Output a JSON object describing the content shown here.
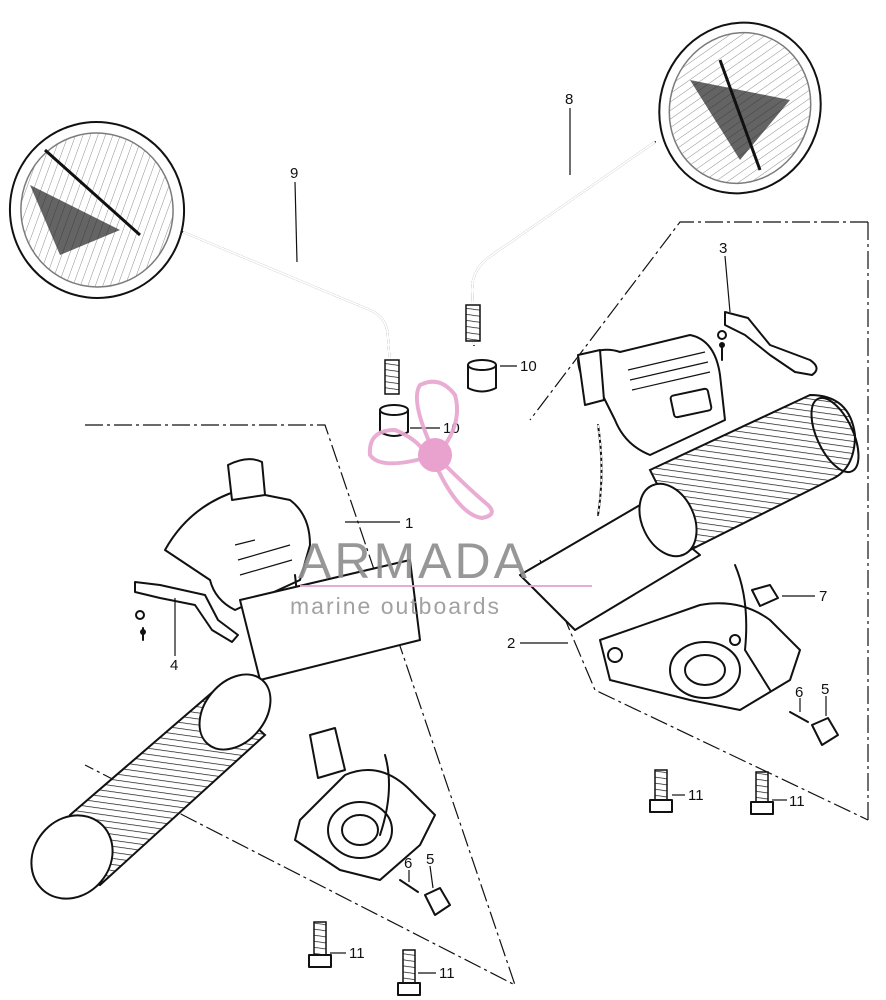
{
  "callouts": {
    "c1": "1",
    "c2": "2",
    "c3": "3",
    "c4": "4",
    "c5a": "5",
    "c5b": "5",
    "c6a": "6",
    "c6b": "6",
    "c7": "7",
    "c8": "8",
    "c9": "9",
    "c10a": "10",
    "c10b": "10",
    "c11a": "11",
    "c11b": "11",
    "c11c": "11",
    "c11d": "11"
  },
  "watermark": {
    "title": "ARMADA",
    "subtitle": "marine outboards",
    "accent_color": "#e8a6cf",
    "hub_color": "#e89ac9"
  },
  "colors": {
    "ink": "#111111",
    "watermark_text": "#8f8f8f"
  }
}
